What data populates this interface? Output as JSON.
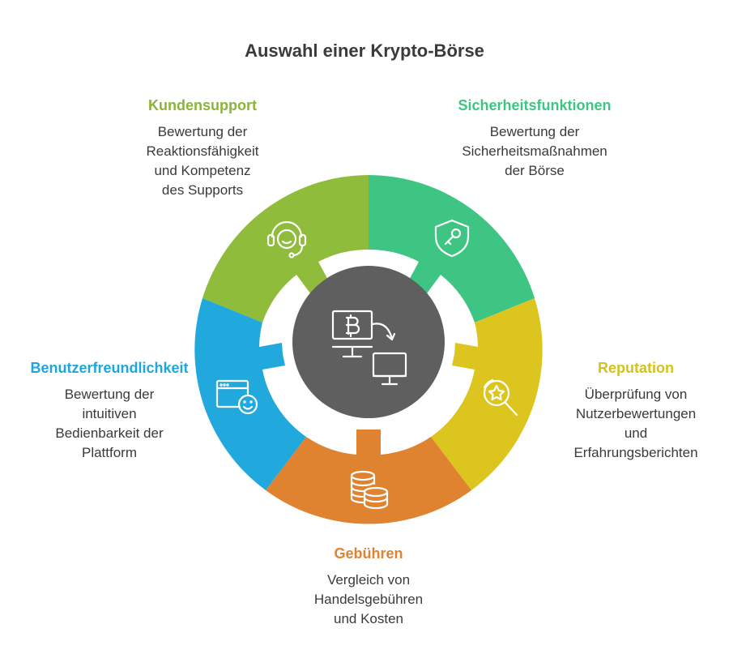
{
  "title": "Auswahl einer Krypto-Börse",
  "segments": {
    "kundensupport": {
      "title": "Kundensupport",
      "description": "Bewertung der\nReaktionsfähigkeit\nund Kompetenz\ndes Supports",
      "color": "#8fbc3b",
      "icon": "headset-icon"
    },
    "sicherheit": {
      "title": "Sicherheitsfunktionen",
      "description": "Bewertung der\nSicherheitsmaßnahmen\nder Börse",
      "color": "#3ec483",
      "icon": "shield-key-icon"
    },
    "reputation": {
      "title": "Reputation",
      "description": "Überprüfung von\nNutzerbewertungen\nund\nErfahrungsberichten",
      "color": "#dcc51f",
      "icon": "star-magnifier-icon"
    },
    "gebuehren": {
      "title": "Gebühren",
      "description": "Vergleich von\nHandelsgebühren\nund Kosten",
      "color": "#df8330",
      "icon": "coin-stack-icon"
    },
    "benutzer": {
      "title": "Benutzerfreundlichkeit",
      "description": "Bewertung der\nintuitiven\nBedienbarkeit der\nPlattform",
      "color": "#21a8dd",
      "icon": "browser-smiley-icon"
    }
  },
  "center": {
    "color": "#5f5f5f",
    "icon": "bitcoin-transfer-icon"
  },
  "heading_colors": {
    "kundensupport": "#8ab536",
    "sicherheit": "#3ec483",
    "reputation": "#d6c11c",
    "gebuehren": "#df8330",
    "benutzer": "#1fa6dc"
  }
}
